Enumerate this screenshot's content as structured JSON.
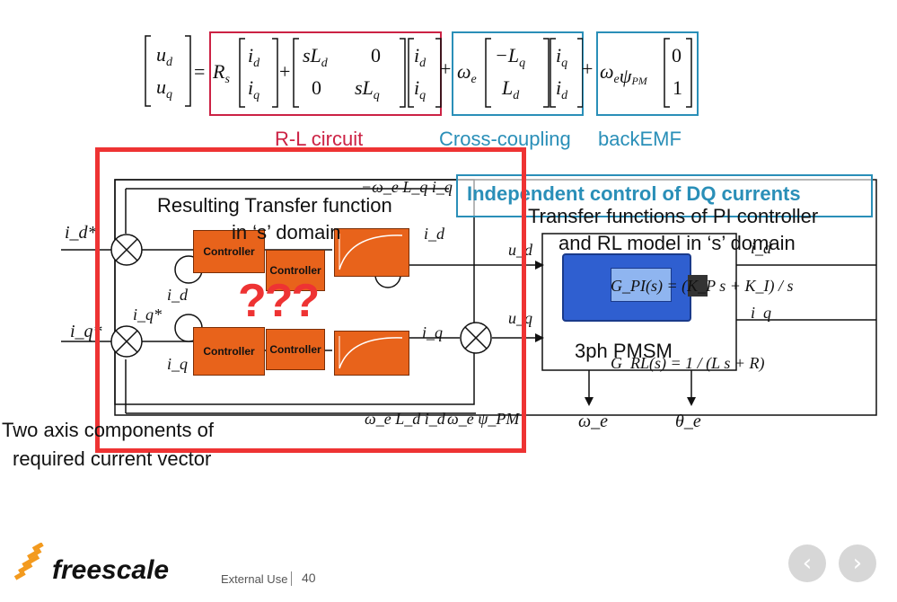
{
  "equation": {
    "lhs": [
      "u_d",
      "u_q"
    ],
    "rs": "R_s",
    "i_vec": [
      "i_d",
      "i_q"
    ],
    "rl_matrix": [
      "sL_d",
      "0",
      "0",
      "sL_q"
    ],
    "we": "ω_e",
    "cc_matrix": [
      "−L_q",
      "L_d"
    ],
    "cc_vec": [
      "i_q",
      "i_d"
    ],
    "we_psi": "ω_e ψ_PM",
    "emf_vec": [
      "0",
      "1"
    ]
  },
  "labels": {
    "rl_circuit": "R-L circuit",
    "cross_coupling": "Cross-coupling",
    "back_emf": "backEMF",
    "resulting_tf": "Resulting Transfer function",
    "in_s_domain": "in ‘s’ domain",
    "independent_control": "Independent control of DQ currents",
    "tf_pi_line1": "Transfer functions of PI controller",
    "tf_pi_line2": "and RL model in ‘s’ domain",
    "pmsm": "3ph PMSM",
    "two_axis_line1": "Two axis components of",
    "two_axis_line2": "required current vector",
    "question_marks": "???"
  },
  "diagram": {
    "controller": "Controller",
    "id_star": "i_d*",
    "iq_star": "i_q*",
    "id": "i_d",
    "iq": "i_q",
    "ud": "u_d",
    "uq": "u_q",
    "we_Lq_iq": "−ω_e L_q i_q",
    "we_Ld_id": "ω_e L_d i_d",
    "we_psi": "ω_e ψ_PM",
    "omega_e": "ω_e",
    "theta_e": "θ_e",
    "gpi": "G_PI(s) = (K_P s + K_I) / s",
    "grl": "G_RL(s) = 1 / (L s + R)"
  },
  "footer": {
    "brand": "freescale",
    "classification": "External Use",
    "page": "40"
  },
  "colors": {
    "red_box": "#cc2244",
    "blue_box": "#2a8fb8",
    "highlight_red": "#ee3333",
    "controller": "#e8631b",
    "brand_orange": "#f39a1e"
  }
}
